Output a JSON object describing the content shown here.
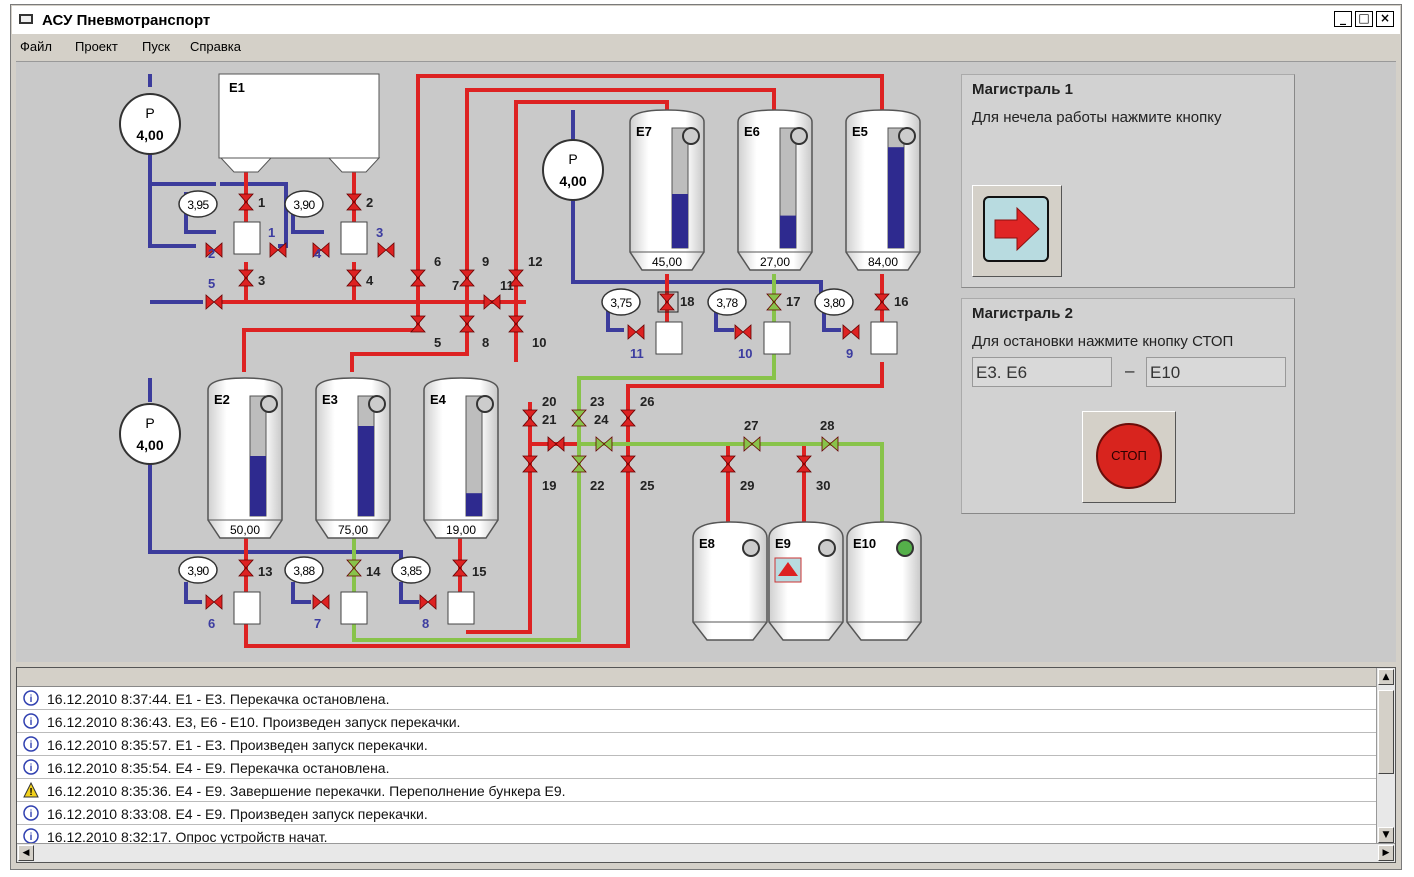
{
  "window": {
    "title": "АСУ Пневмотранспорт",
    "min": "_",
    "max": "□",
    "close": "×"
  },
  "menu": [
    "Файл",
    "Проект",
    "Пуск",
    "Справка"
  ],
  "pressure": [
    {
      "label": "P",
      "value": "4,00"
    },
    {
      "label": "P",
      "value": "4,00"
    },
    {
      "label": "P",
      "value": "4,00"
    }
  ],
  "tanks": {
    "E1": {
      "name": "E1"
    },
    "E2": {
      "name": "E2",
      "level": "50,00",
      "fill": 0.5
    },
    "E3": {
      "name": "E3",
      "level": "75,00",
      "fill": 0.75
    },
    "E4": {
      "name": "E4",
      "level": "19,00",
      "fill": 0.19
    },
    "E5": {
      "name": "E5",
      "level": "84,00",
      "fill": 0.84
    },
    "E6": {
      "name": "E6",
      "level": "27,00",
      "fill": 0.27
    },
    "E7": {
      "name": "E7",
      "level": "45,00",
      "fill": 0.45
    },
    "E8": {
      "name": "E8"
    },
    "E9": {
      "name": "E9"
    },
    "E10": {
      "name": "E10"
    }
  },
  "gauges": [
    "3,95",
    "3,90",
    "3,75",
    "3,78",
    "3,80",
    "3,90",
    "3,88",
    "3,85"
  ],
  "valves": [
    "1",
    "2",
    "3",
    "4",
    "5",
    "6",
    "7",
    "8",
    "9",
    "10",
    "11",
    "12",
    "13",
    "14",
    "15",
    "16",
    "17",
    "18",
    "19",
    "20",
    "21",
    "22",
    "23",
    "24",
    "25",
    "26",
    "27",
    "28",
    "29",
    "30"
  ],
  "feeders": [
    "1",
    "2",
    "3",
    "4",
    "5",
    "6",
    "7",
    "8",
    "9",
    "10",
    "11"
  ],
  "colors": {
    "red": "#dd2222",
    "blue": "#3c3c9c",
    "green": "#88c34a",
    "fill": "#2e2a8f"
  },
  "panel1": {
    "title": "Магистраль 1",
    "text": "Для нечела работы нажмите кнопку"
  },
  "panel2": {
    "title": "Магистраль 2",
    "text": "Для остановки нажмите кнопку СТОП",
    "from": "E3. E6",
    "dash": "–",
    "to": "E10",
    "stop": "СТОП"
  },
  "log": [
    {
      "icon": "info",
      "text": "16.12.2010 8:37:44. E1 - E3. Перекачка остановлена."
    },
    {
      "icon": "info",
      "text": "16.12.2010 8:36:43. E3, E6 - E10. Произведен запуск перекачки."
    },
    {
      "icon": "info",
      "text": "16.12.2010 8:35:57. E1 - E3. Произведен запуск перекачки."
    },
    {
      "icon": "info",
      "text": "16.12.2010 8:35:54. E4 - E9. Перекачка остановлена."
    },
    {
      "icon": "warning",
      "text": "16.12.2010 8:35:36. E4 - E9. Завершение перекачки. Переполнение бункера E9."
    },
    {
      "icon": "info",
      "text": "16.12.2010 8:33:08. E4 - E9. Произведен запуск перекачки."
    },
    {
      "icon": "info",
      "text": "16.12.2010 8:32:17. Опрос устройств начат."
    }
  ]
}
